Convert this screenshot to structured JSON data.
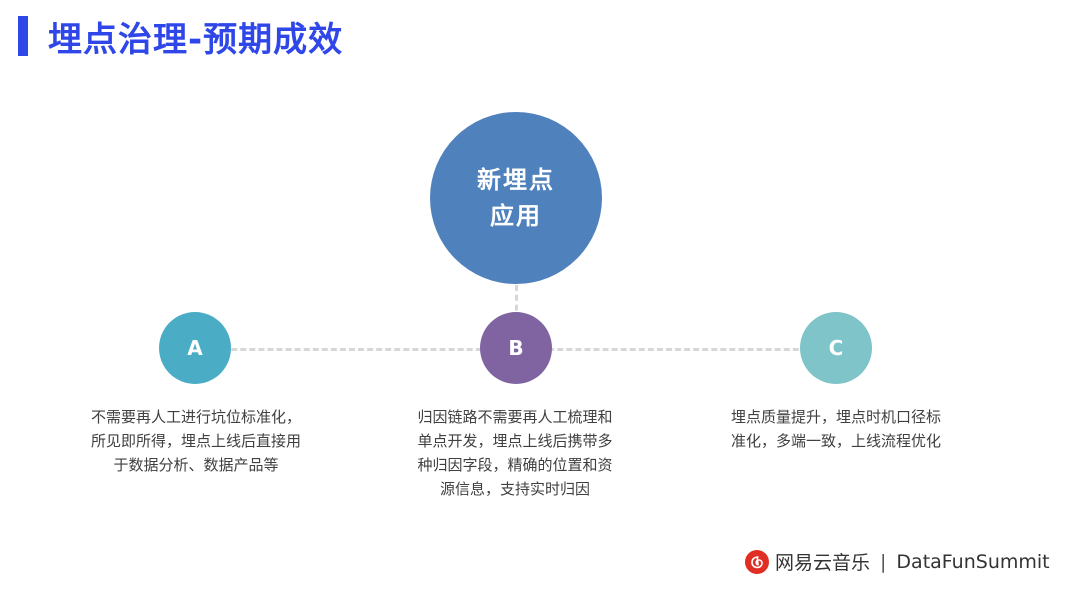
{
  "header": {
    "title": "埋点治理-预期成效"
  },
  "center": {
    "line1": "新埋点",
    "line2": "应用"
  },
  "nodes": [
    {
      "label": "A",
      "lines": [
        "不需要再人工进行坑位标准化，",
        "所见即所得，埋点上线后直接用",
        "于数据分析、数据产品等"
      ]
    },
    {
      "label": "B",
      "lines": [
        "归因链路不需要再人工梳理和",
        "单点开发，埋点上线后携带多",
        "种归因字段，精确的位置和资",
        "源信息，支持实时归因"
      ]
    },
    {
      "label": "C",
      "lines": [
        "埋点质量提升，埋点时机口径标",
        "准化，多端一致，上线流程优化"
      ]
    }
  ],
  "footer": {
    "brand": "网易云音乐",
    "separator": "|",
    "event": "DataFunSummit"
  },
  "colors": {
    "title": "#2f46e8",
    "center": "#4f81bd",
    "nodeA": "#4bacc6",
    "nodeB": "#8064a2",
    "nodeC": "#7fc4c9",
    "logo": "#e02e24"
  },
  "icons": {
    "footer_logo": "netease-music-logo-icon"
  }
}
